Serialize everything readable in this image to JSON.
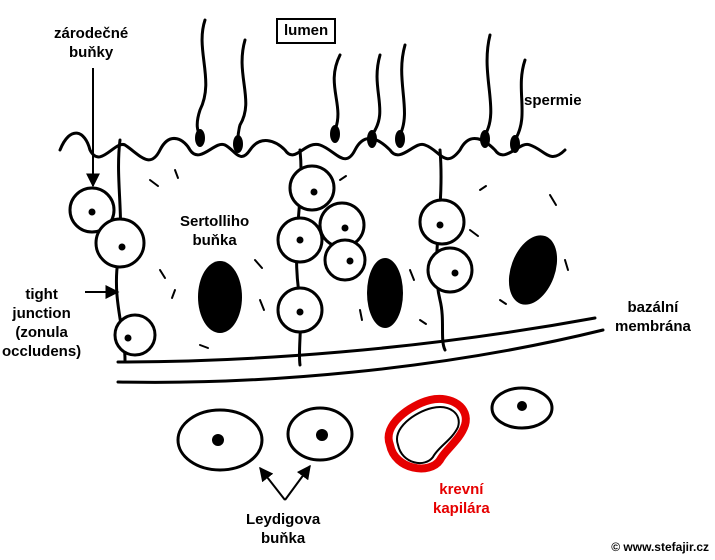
{
  "labels": {
    "germ_cells": [
      "zárodečné",
      "buňky"
    ],
    "lumen": "lumen",
    "sperm": "spermie",
    "sertoli": [
      "Sertolliho",
      "buňka"
    ],
    "tight_junction": [
      "tight",
      "junction",
      "(zonula",
      "occludens)"
    ],
    "basal_membrane": [
      "bazální",
      "membrána"
    ],
    "leydig": [
      "Leydigova",
      "buňka"
    ],
    "capillary": [
      "krevní",
      "kapilára"
    ],
    "copyright": "© www.stefajir.cz"
  },
  "colors": {
    "ink": "#000000",
    "capillary": "#e60000",
    "background": "#ffffff"
  }
}
